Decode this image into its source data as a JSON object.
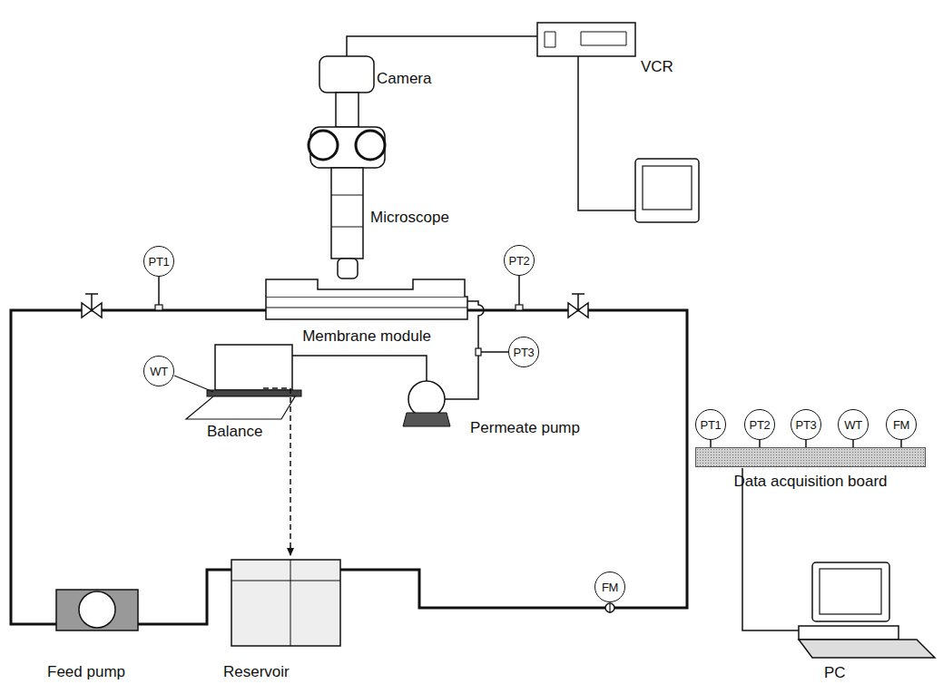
{
  "diagram": {
    "nodes": [
      {
        "text": [
          "PT1"
        ]
      },
      {
        "text": [
          "PT2"
        ]
      },
      {
        "text": [
          "Membrane module"
        ]
      },
      {
        "text": [
          "PT3"
        ]
      },
      {
        "text": [
          "WT"
        ]
      },
      {
        "text": [
          "FM"
        ]
      },
      {
        "text": [
          "PT1"
        ]
      },
      {
        "text": [
          "PT2"
        ]
      },
      {
        "text": [
          "PT3"
        ]
      },
      {
        "text": [
          "WT"
        ]
      },
      {
        "text": [
          "FM"
        ]
      },
      {
        "text": [
          "Data acquisition board"
        ]
      }
    ],
    "edges": [
      {
        "from": 6,
        "to": 11,
        "arrow": "none"
      },
      {
        "from": 7,
        "to": 11,
        "arrow": "none"
      },
      {
        "from": 8,
        "to": 11,
        "arrow": "none"
      },
      {
        "from": 9,
        "to": 11,
        "arrow": "none"
      },
      {
        "from": 10,
        "to": 11,
        "arrow": "none"
      }
    ],
    "labels": [
      "Camera",
      "VCR",
      "Microscope",
      "Permeate pump",
      "Balance",
      "Feed pump",
      "Reservoir",
      "PC"
    ]
  }
}
